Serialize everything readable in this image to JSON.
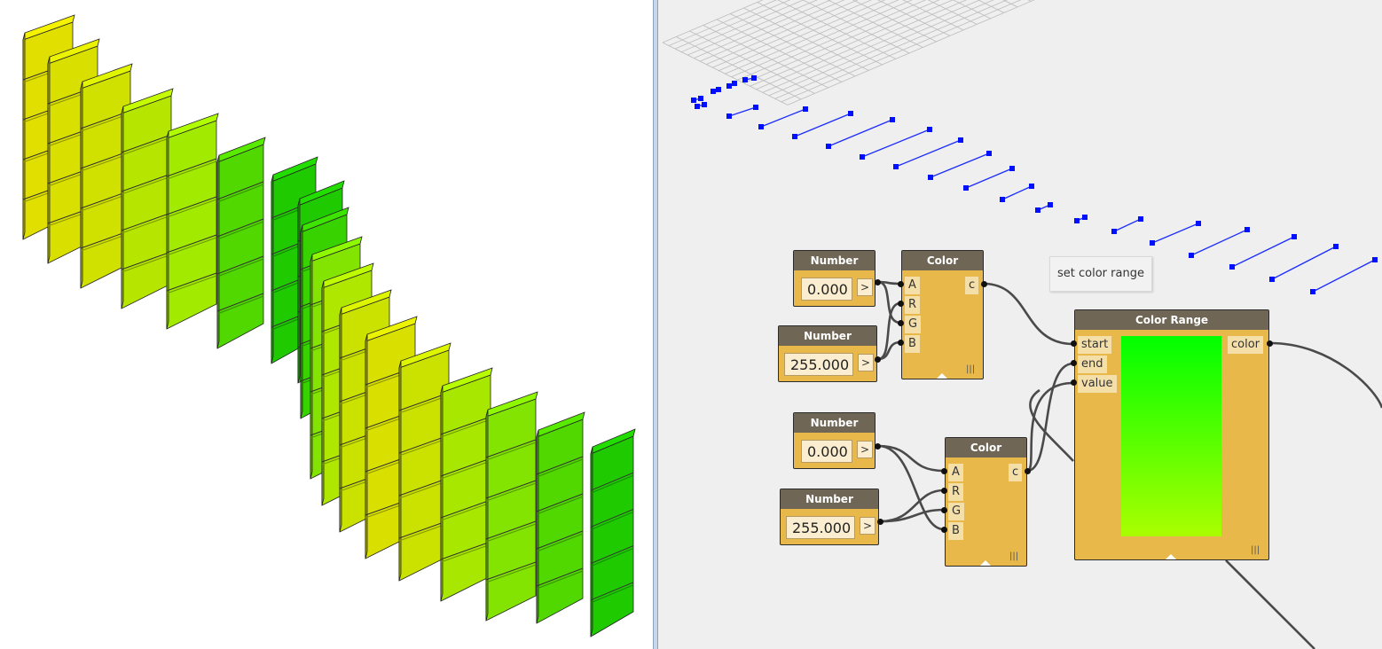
{
  "viewport": {
    "description_colors": {
      "yellow": "#f4f200",
      "lime": "#a8ff00",
      "green": "#22dd00"
    }
  },
  "graph": {
    "tooltip": "set color range",
    "number_nodes": [
      {
        "title": "Number",
        "value": "0.000",
        "button": ">"
      },
      {
        "title": "Number",
        "value": "255.000",
        "button": ">"
      },
      {
        "title": "Number",
        "value": "0.000",
        "button": ">"
      },
      {
        "title": "Number",
        "value": "255.000",
        "button": ">"
      }
    ],
    "color_nodes": [
      {
        "title": "Color",
        "inputs": [
          "A",
          "R",
          "G",
          "B"
        ],
        "output": "c",
        "lacing": "|||"
      },
      {
        "title": "Color",
        "inputs": [
          "A",
          "R",
          "G",
          "B"
        ],
        "output": "c",
        "lacing": "|||"
      }
    ],
    "color_range": {
      "title": "Color Range",
      "inputs": [
        "start",
        "end",
        "value"
      ],
      "output": "color",
      "lacing": "|||",
      "gradient": [
        "#00ff00",
        "#aaff00"
      ]
    }
  }
}
